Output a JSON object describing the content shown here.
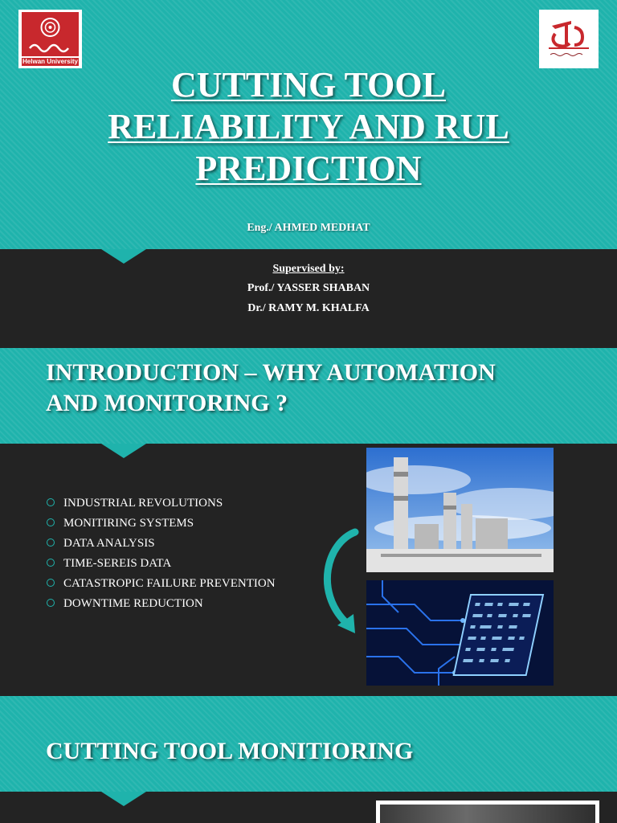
{
  "slide1": {
    "left_logo_caption": "Helwan University",
    "title_lines": [
      "CUTTING TOOL",
      "RELIABILITY AND RUL",
      "PREDICTION"
    ],
    "author": "Eng./ AHMED MEDHAT",
    "supervised_label": "Supervised by:",
    "supervisors": [
      "Prof./ YASSER SHABAN",
      "Dr./ RAMY M. KHALFA"
    ]
  },
  "slide2": {
    "heading_lines": [
      "INTRODUCTION – WHY AUTOMATION",
      "AND MONITORING ?"
    ],
    "bullets": [
      "INDUSTRIAL REVOLUTIONS",
      "MONITIRING SYSTEMS",
      "DATA ANALYSIS",
      "TIME-SEREIS DATA",
      "CATASTROPIC FAILURE PREVENTION",
      "DOWNTIME REDUCTION"
    ]
  },
  "slide3": {
    "heading": "CUTTING TOOL MONITIORING"
  },
  "colors": {
    "teal": "#1fb3ac",
    "dark": "#232323",
    "text": "#ffffff",
    "logo_red": "#c8282d"
  },
  "icons": {
    "left_logo": "helwan-university-logo",
    "right_logo": "faculty-logo",
    "bullet": "circle-outline-icon",
    "connector": "curved-arrow-icon"
  }
}
